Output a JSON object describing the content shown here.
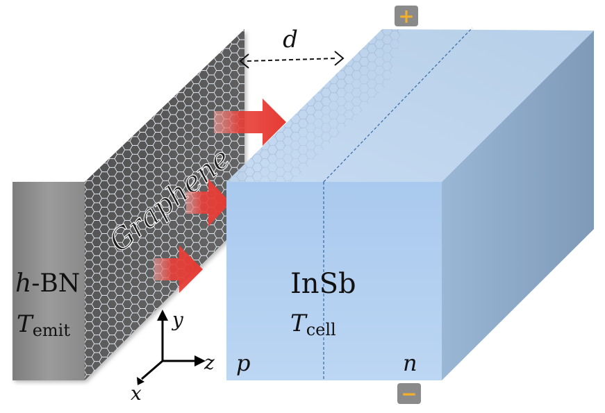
{
  "emitter": {
    "material_prefix": "h",
    "material_suffix": "-BN",
    "temp_symbol": "T",
    "temp_subscript": "emit"
  },
  "graphene": {
    "label": "Graphene"
  },
  "gap": {
    "label": "d"
  },
  "cell": {
    "material": "InSb",
    "temp_symbol": "T",
    "temp_subscript": "cell",
    "p_label": "p",
    "n_label": "n"
  },
  "terminals": {
    "plus": "+",
    "minus": "−"
  },
  "axes": {
    "x": "x",
    "y": "y",
    "z": "z"
  },
  "colors": {
    "emitter_front": "#8f8f8f",
    "emitter_side": "#5a5a5a",
    "cell_front": "#b1d0f0",
    "cell_top": "#c6dcf2",
    "cell_right": "#8ba7c6",
    "arrow": "#e9403a",
    "terminal": "#8a8a8a",
    "terminal_sign": "#f2b02a"
  }
}
